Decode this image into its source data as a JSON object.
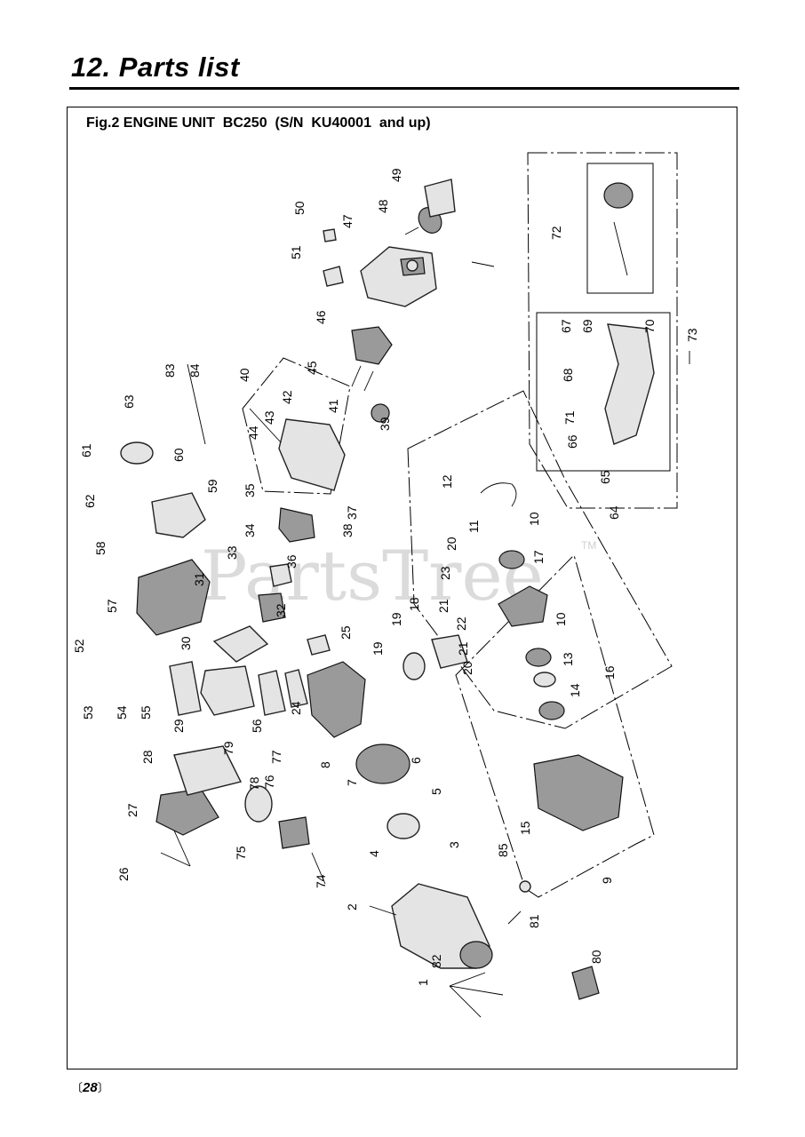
{
  "page": {
    "heading": "12. Parts list",
    "figure_title": "Fig.2 ENGINE UNIT  BC250  (S/N  KU40001  and up)",
    "page_number": "28",
    "watermark": "PartsTree",
    "watermark_tm": "TM"
  },
  "callouts": [
    "1",
    "2",
    "3",
    "4",
    "5",
    "6",
    "7",
    "8",
    "9",
    "10",
    "10",
    "11",
    "12",
    "13",
    "14",
    "15",
    "16",
    "17",
    "18",
    "19",
    "19",
    "20",
    "20",
    "21",
    "21",
    "22",
    "23",
    "24",
    "25",
    "26",
    "27",
    "28",
    "29",
    "30",
    "31",
    "32",
    "33",
    "34",
    "35",
    "36",
    "37",
    "38",
    "39",
    "40",
    "41",
    "42",
    "43",
    "44",
    "45",
    "46",
    "47",
    "48",
    "49",
    "50",
    "51",
    "52",
    "53",
    "54",
    "55",
    "56",
    "57",
    "58",
    "59",
    "60",
    "61",
    "62",
    "63",
    "64",
    "65",
    "66",
    "67",
    "68",
    "69",
    "70",
    "71",
    "72",
    "73",
    "74",
    "75",
    "76",
    "77",
    "78",
    "79",
    "80",
    "81",
    "82",
    "83",
    "84",
    "85"
  ]
}
